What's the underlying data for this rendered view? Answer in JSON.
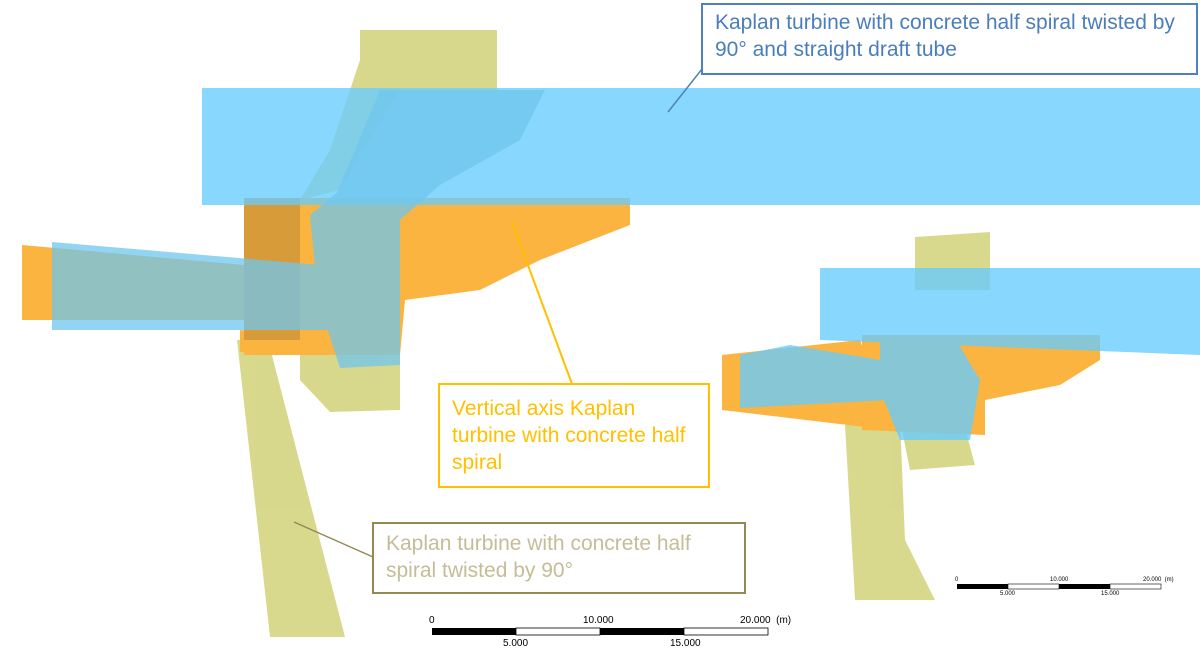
{
  "labels": {
    "blue": "Kaplan turbine with concrete half spiral twisted by 90° and straight draft tube",
    "orange": "Vertical  axis Kaplan turbine with concrete half spiral",
    "khaki": "Kaplan turbine with concrete half spiral twisted by 90°"
  },
  "colors": {
    "blue": "#66ccff",
    "orange": "#fbb440",
    "khaki": "#d2d27a"
  },
  "scale_bar_main": {
    "top": [
      "0",
      "10.000",
      "20.000  (m)"
    ],
    "bottom": [
      "5.000",
      "15.000"
    ]
  },
  "scale_bar_small": {
    "top": [
      "0",
      "10.000",
      "20.000  (m)"
    ],
    "bottom": [
      "5.000",
      "15.000"
    ]
  }
}
